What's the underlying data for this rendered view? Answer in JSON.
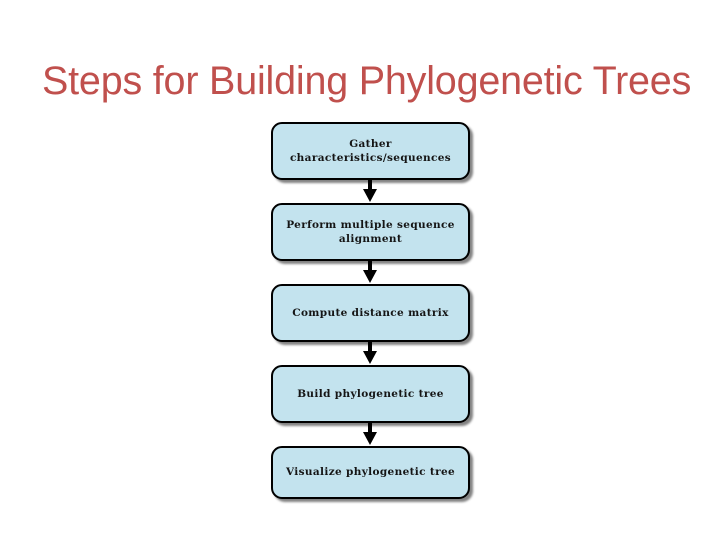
{
  "slide": {
    "background_color": "#ffffff",
    "title": "Steps for Building Phylogenetic Trees",
    "title_color": "#c0504d"
  },
  "flowchart": {
    "orientation": "vertical",
    "box_fill_color": "#c3e3ee",
    "box_border_color": "#000000",
    "arrow_color": "#000000",
    "steps": [
      {
        "index": "1",
        "label": "Gather\ncharacteristics/sequences"
      },
      {
        "index": "2",
        "label": "Perform multiple sequence\nalignment"
      },
      {
        "index": "3",
        "label": "Compute distance matrix"
      },
      {
        "index": "4",
        "label": "Build phylogenetic tree"
      },
      {
        "index": "5",
        "label": "Visualize phylogenetic tree"
      }
    ],
    "connectors": [
      {
        "from": "1",
        "to": "2",
        "icon": "down-arrow-icon"
      },
      {
        "from": "2",
        "to": "3",
        "icon": "down-arrow-icon"
      },
      {
        "from": "3",
        "to": "4",
        "icon": "down-arrow-icon"
      },
      {
        "from": "4",
        "to": "5",
        "icon": "down-arrow-icon"
      }
    ]
  }
}
